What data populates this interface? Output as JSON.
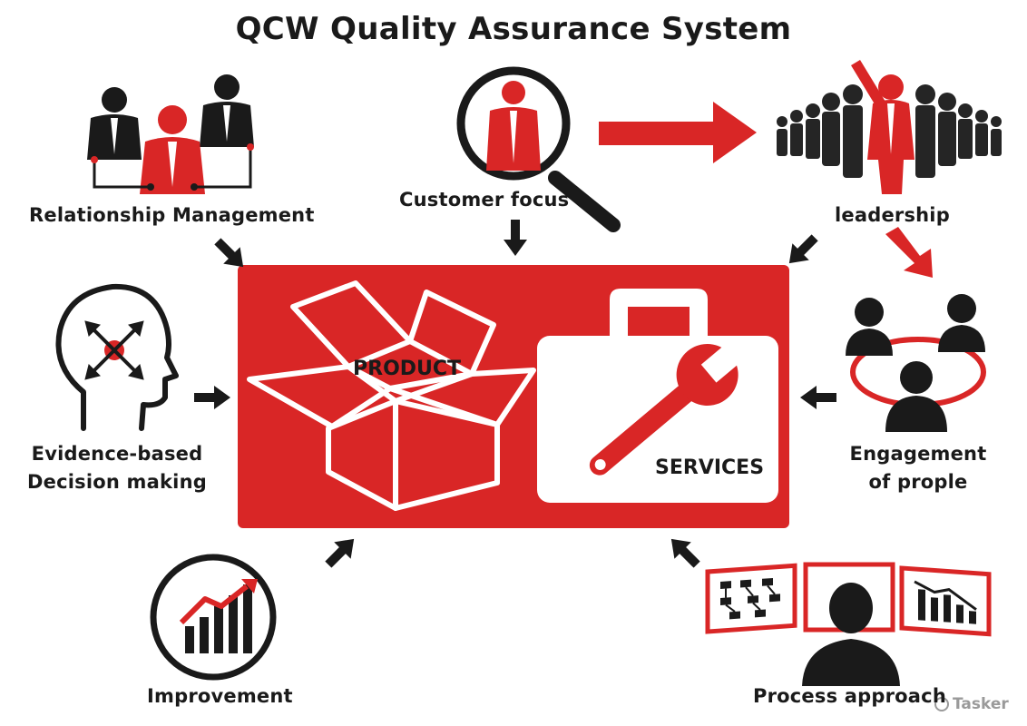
{
  "title": "QCW Quality Assurance System",
  "center": {
    "product_label": "PRODUCT",
    "services_label": "SERVICES"
  },
  "principles": {
    "relationship": "Relationship Management",
    "customer": "Customer focus",
    "leadership": "leadership",
    "evidence_line1": "Evidence-based",
    "evidence_line2": "Decision making",
    "engagement_line1": "Engagement",
    "engagement_line2": "of prople",
    "improvement": "Improvement",
    "process": "Process approach"
  },
  "watermark": "Tasker",
  "colors": {
    "accent_red": "#d92626",
    "dark": "#1a1a1a",
    "background": "#ffffff"
  },
  "icons": [
    "team-people-icon",
    "magnifier-person-icon",
    "crowd-leader-icon",
    "head-arrows-icon",
    "group-circle-icon",
    "growth-chart-icon",
    "presenter-screens-icon",
    "open-box-icon",
    "toolbox-wrench-icon"
  ]
}
